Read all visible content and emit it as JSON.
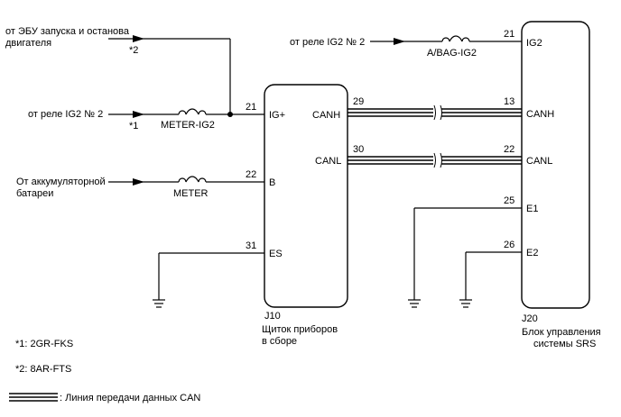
{
  "sources": {
    "ecu_line1": "от ЭБУ запуска и останова",
    "ecu_line2": "двигателя",
    "ecu_note": "*2",
    "ig2_left": "от реле IG2 № 2",
    "ig2_left_note": "*1",
    "ig2_right": "от реле IG2 № 2",
    "battery_line1": "От аккумуляторной",
    "battery_line2": "батареи"
  },
  "fuses": {
    "meter_ig2": "METER-IG2",
    "meter": "METER",
    "abag_ig2": "A/BAG-IG2"
  },
  "meter_unit": {
    "code": "J10",
    "name_line1": "Щиток приборов",
    "name_line2": "в сборе",
    "pins": {
      "ig_plus": {
        "num": "21",
        "label": "IG+"
      },
      "b": {
        "num": "22",
        "label": "B"
      },
      "es": {
        "num": "31",
        "label": "ES"
      },
      "canh": {
        "num": "29",
        "label": "CANH"
      },
      "canl": {
        "num": "30",
        "label": "CANL"
      }
    }
  },
  "srs_unit": {
    "code": "J20",
    "name_line1": "Блок управления",
    "name_line2": "системы SRS",
    "pins": {
      "ig2": {
        "num": "21",
        "label": "IG2"
      },
      "canh": {
        "num": "13",
        "label": "CANH"
      },
      "canl": {
        "num": "22",
        "label": "CANL"
      },
      "e1": {
        "num": "25",
        "label": "E1"
      },
      "e2": {
        "num": "26",
        "label": "E2"
      }
    }
  },
  "notes": {
    "n1": "*1: 2GR-FKS",
    "n2": "*2: 8AR-FTS",
    "legend": ": Линия передачи данных CAN"
  }
}
